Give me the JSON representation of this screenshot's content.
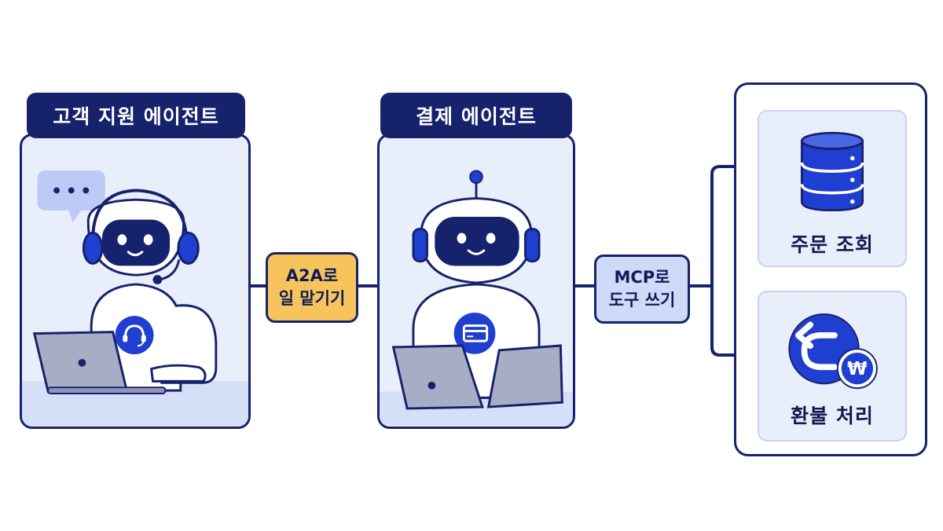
{
  "agents": {
    "support": {
      "title": "고객 지원 에이전트"
    },
    "payment": {
      "title": "결제 에이전트"
    }
  },
  "connections": {
    "a2a": {
      "line1": "A2A로",
      "line2": "일 맡기기"
    },
    "mcp": {
      "line1": "MCP로",
      "line2": "도구 쓰기"
    }
  },
  "tools": {
    "order_lookup": {
      "label": "주문 조회",
      "icon": "database-icon"
    },
    "refund": {
      "label": "환불 처리",
      "icon": "refund-won-icon",
      "badge": "₩"
    }
  },
  "colors": {
    "navy": "#16226b",
    "accent_blue": "#1f3fd1",
    "panel_bg": "#e9eefb",
    "a2a_label": "#f7c45c",
    "mcp_label": "#cfd9f8"
  }
}
